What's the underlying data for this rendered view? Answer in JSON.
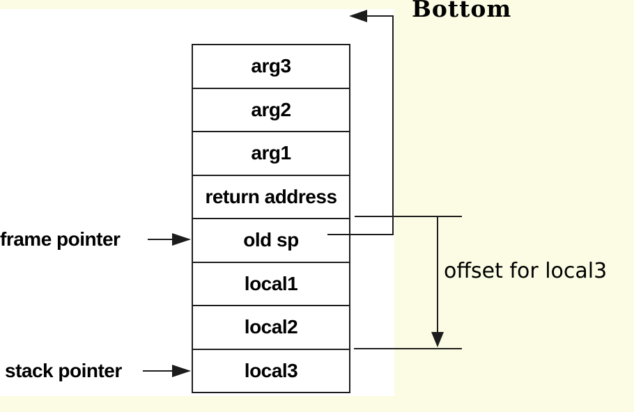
{
  "colors": {
    "page_bg": "#FCFCE4",
    "panel_bg": "#FFFFFF",
    "line": "#1C1C1C",
    "text": "#000000"
  },
  "diagram": {
    "bottom_label": "Bottom",
    "offset_label": "offset for local3",
    "frame_pointer_label": "frame pointer",
    "stack_pointer_label": "stack pointer",
    "stack_cells": [
      {
        "label": "arg3"
      },
      {
        "label": "arg2"
      },
      {
        "label": "arg1"
      },
      {
        "label": "return address"
      },
      {
        "label": "old sp"
      },
      {
        "label": "local1"
      },
      {
        "label": "local2"
      },
      {
        "label": "local3"
      }
    ]
  }
}
